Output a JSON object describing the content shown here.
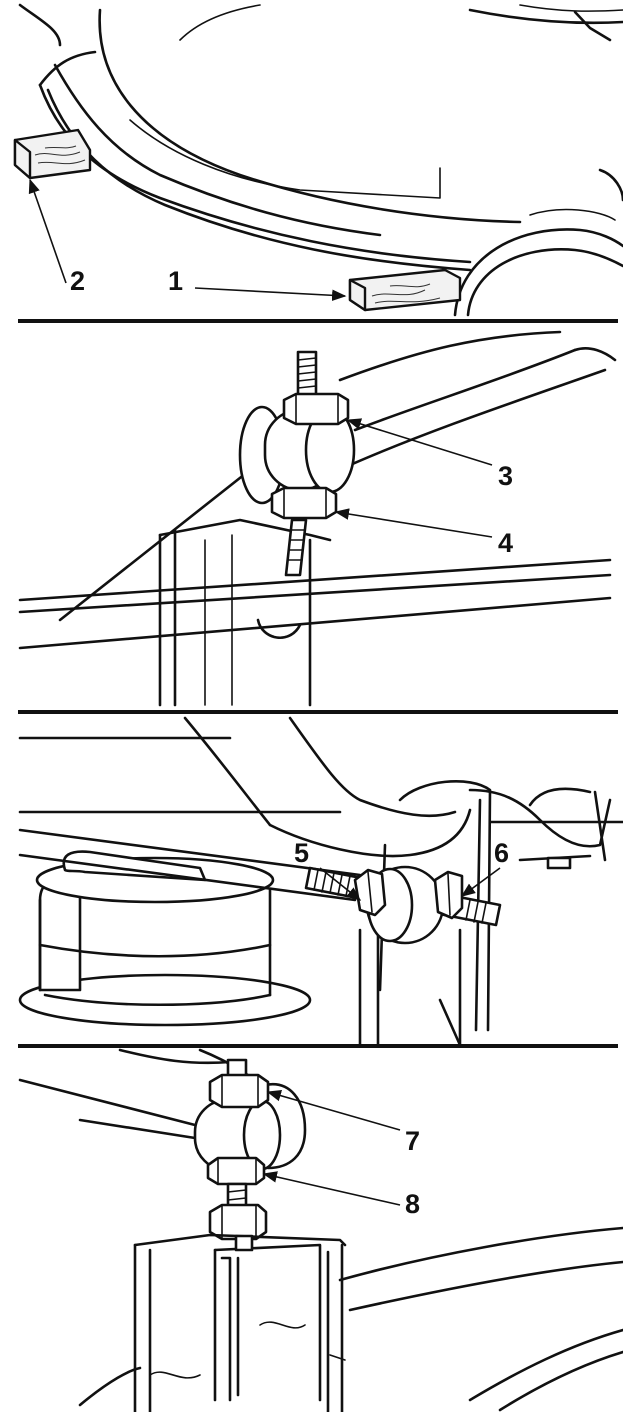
{
  "figure": {
    "panels": [
      {
        "id": "panel-1",
        "callouts": [
          "2",
          "1"
        ]
      },
      {
        "id": "panel-2",
        "callouts": [
          "3",
          "4"
        ]
      },
      {
        "id": "panel-3",
        "callouts": [
          "5",
          "6"
        ]
      },
      {
        "id": "panel-4",
        "callouts": [
          "7",
          "8"
        ]
      }
    ],
    "labels": {
      "c1": "1",
      "c2": "2",
      "c3": "3",
      "c4": "4",
      "c5": "5",
      "c6": "6",
      "c7": "7",
      "c8": "8"
    },
    "colors": {
      "ink": "#111111",
      "background": "#ffffff"
    }
  }
}
